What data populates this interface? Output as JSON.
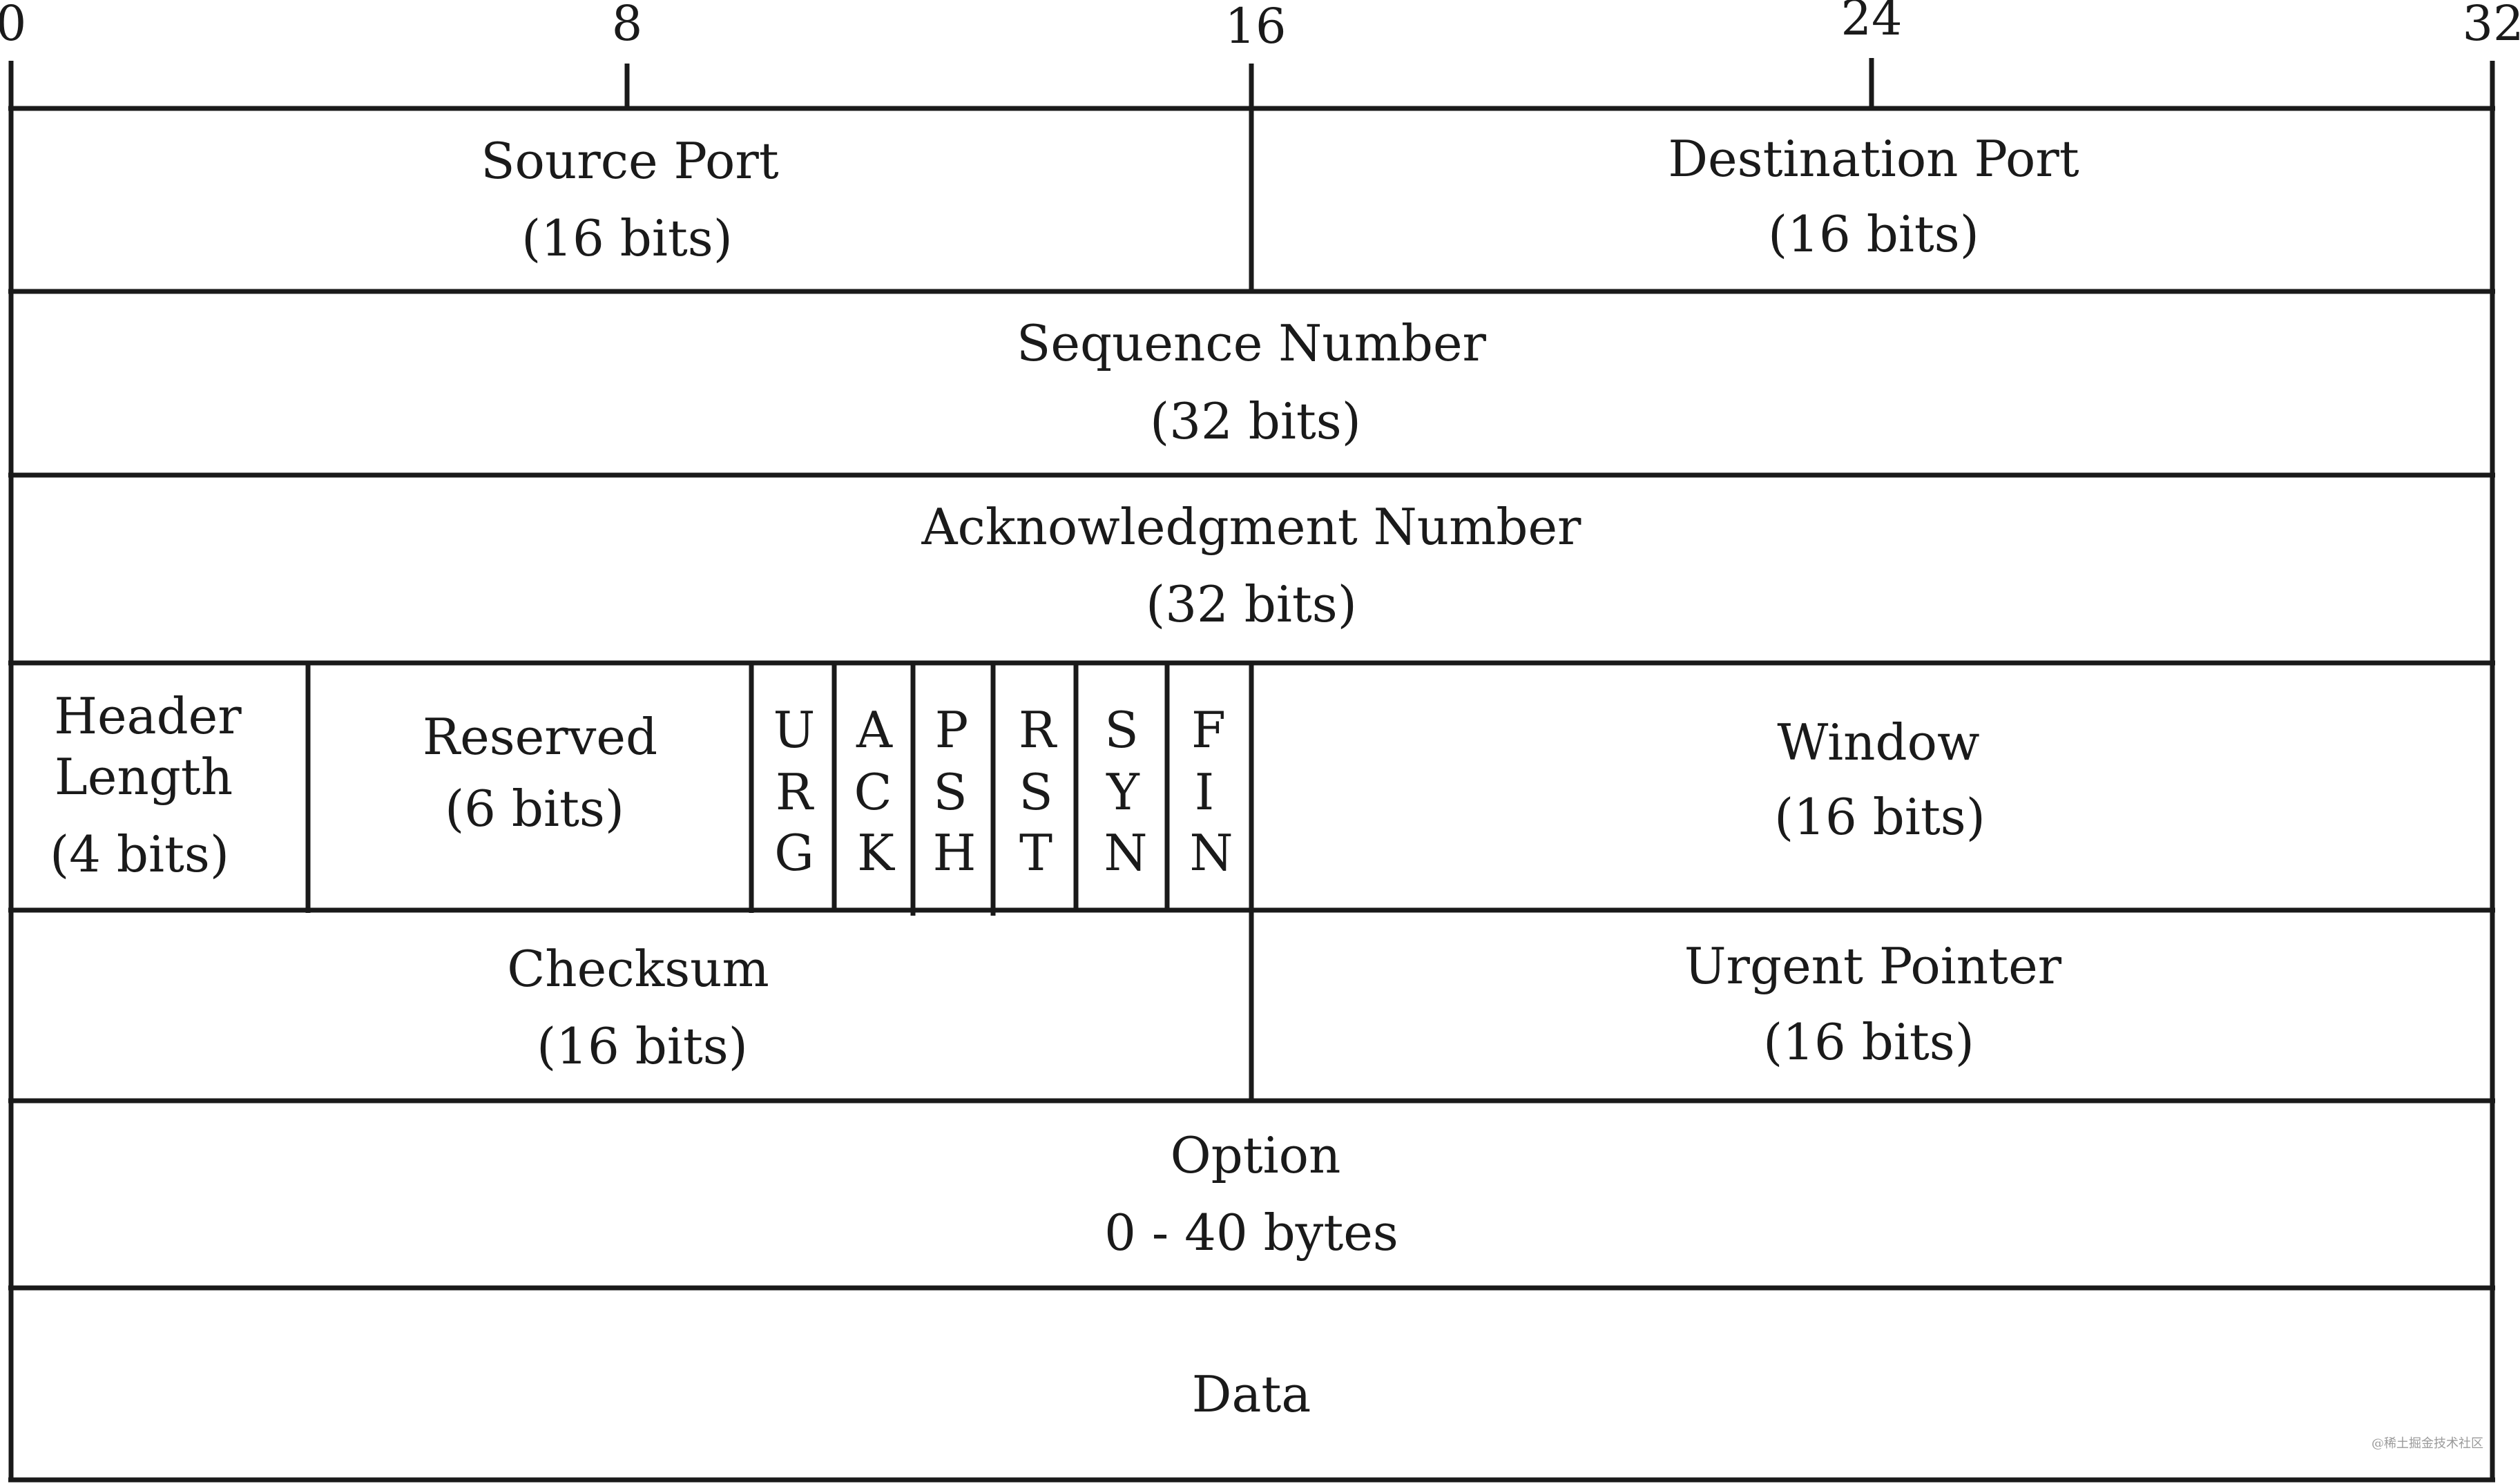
{
  "ruler": {
    "ticks": [
      "0",
      "8",
      "16",
      "24",
      "32"
    ]
  },
  "fields": {
    "source_port": {
      "name": "Source Port",
      "size": "(16 bits)"
    },
    "destination_port": {
      "name": "Destination Port",
      "size": "(16 bits)"
    },
    "sequence_number": {
      "name": "Sequence Number",
      "size": "(32 bits)"
    },
    "acknowledgment_number": {
      "name": "Acknowledgment Number",
      "size": "(32 bits)"
    },
    "header_length": {
      "name_line1": "Header",
      "name_line2": "Length",
      "size": "(4 bits)"
    },
    "reserved": {
      "name": "Reserved",
      "size": "(6 bits)"
    },
    "window": {
      "name": "Window",
      "size": "(16 bits)"
    },
    "checksum": {
      "name": "Checksum",
      "size": "(16 bits)"
    },
    "urgent_pointer": {
      "name": "Urgent Pointer",
      "size": "(16 bits)"
    },
    "option": {
      "name": "Option",
      "size": "0 - 40 bytes"
    },
    "data": {
      "name": "Data"
    }
  },
  "flags": [
    {
      "letters": [
        "U",
        "R",
        "G"
      ]
    },
    {
      "letters": [
        "A",
        "C",
        "K"
      ]
    },
    {
      "letters": [
        "P",
        "S",
        "H"
      ]
    },
    {
      "letters": [
        "R",
        "S",
        "T"
      ]
    },
    {
      "letters": [
        "S",
        "Y",
        "N"
      ]
    },
    {
      "letters": [
        "F",
        "I",
        "N"
      ]
    }
  ],
  "watermark": "@稀土掘金技术社区"
}
